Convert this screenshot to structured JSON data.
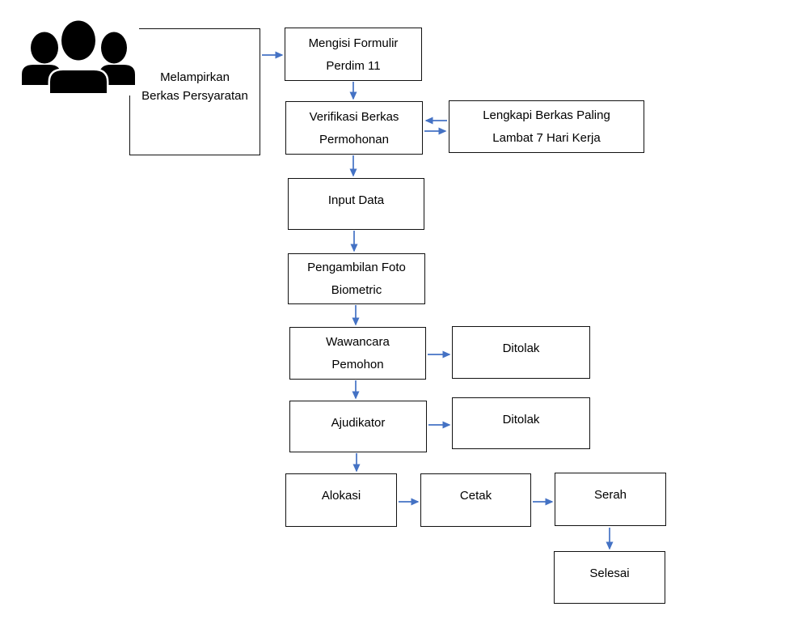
{
  "diagram": {
    "description": "Flowchart of a document/passport application process",
    "nodes": {
      "melampirkan": {
        "line1": "Melampirkan",
        "line2": "Berkas Persyaratan"
      },
      "mengisi": {
        "line1": "Mengisi Formulir",
        "line2": "Perdim 11"
      },
      "verifikasi": {
        "line1": "Verifikasi Berkas",
        "line2": "Permohonan"
      },
      "lengkapi": {
        "line1": "Lengkapi Berkas Paling",
        "line2": "Lambat 7 Hari Kerja"
      },
      "input_data": {
        "line1": "Input Data"
      },
      "pengambilan": {
        "line1": "Pengambilan Foto",
        "line2": "Biometric"
      },
      "wawancara": {
        "line1": "Wawancara",
        "line2": "Pemohon"
      },
      "ditolak1": {
        "line1": "Ditolak"
      },
      "ajudikator": {
        "line1": "Ajudikator"
      },
      "ditolak2": {
        "line1": "Ditolak"
      },
      "alokasi": {
        "line1": "Alokasi"
      },
      "cetak": {
        "line1": "Cetak"
      },
      "serah": {
        "line1": "Serah"
      },
      "selesai": {
        "line1": "Selesai"
      }
    },
    "edges": [
      {
        "from": "melampirkan",
        "to": "mengisi",
        "direction": "right"
      },
      {
        "from": "mengisi",
        "to": "verifikasi",
        "direction": "down"
      },
      {
        "from": "lengkapi",
        "to": "verifikasi",
        "direction": "left"
      },
      {
        "from": "verifikasi",
        "to": "lengkapi",
        "direction": "right"
      },
      {
        "from": "verifikasi",
        "to": "input_data",
        "direction": "down"
      },
      {
        "from": "input_data",
        "to": "pengambilan",
        "direction": "down"
      },
      {
        "from": "pengambilan",
        "to": "wawancara",
        "direction": "down"
      },
      {
        "from": "wawancara",
        "to": "ditolak1",
        "direction": "right"
      },
      {
        "from": "wawancara",
        "to": "ajudikator",
        "direction": "down"
      },
      {
        "from": "ajudikator",
        "to": "ditolak2",
        "direction": "right"
      },
      {
        "from": "ajudikator",
        "to": "alokasi",
        "direction": "down"
      },
      {
        "from": "alokasi",
        "to": "cetak",
        "direction": "right"
      },
      {
        "from": "cetak",
        "to": "serah",
        "direction": "right"
      },
      {
        "from": "serah",
        "to": "selesai",
        "direction": "down"
      }
    ],
    "icon": "people-group-icon"
  },
  "colors": {
    "arrow": "#4472C4",
    "border": "#111111",
    "fill": "#FFFFFF",
    "text": "#000000",
    "icon": "#000000"
  }
}
